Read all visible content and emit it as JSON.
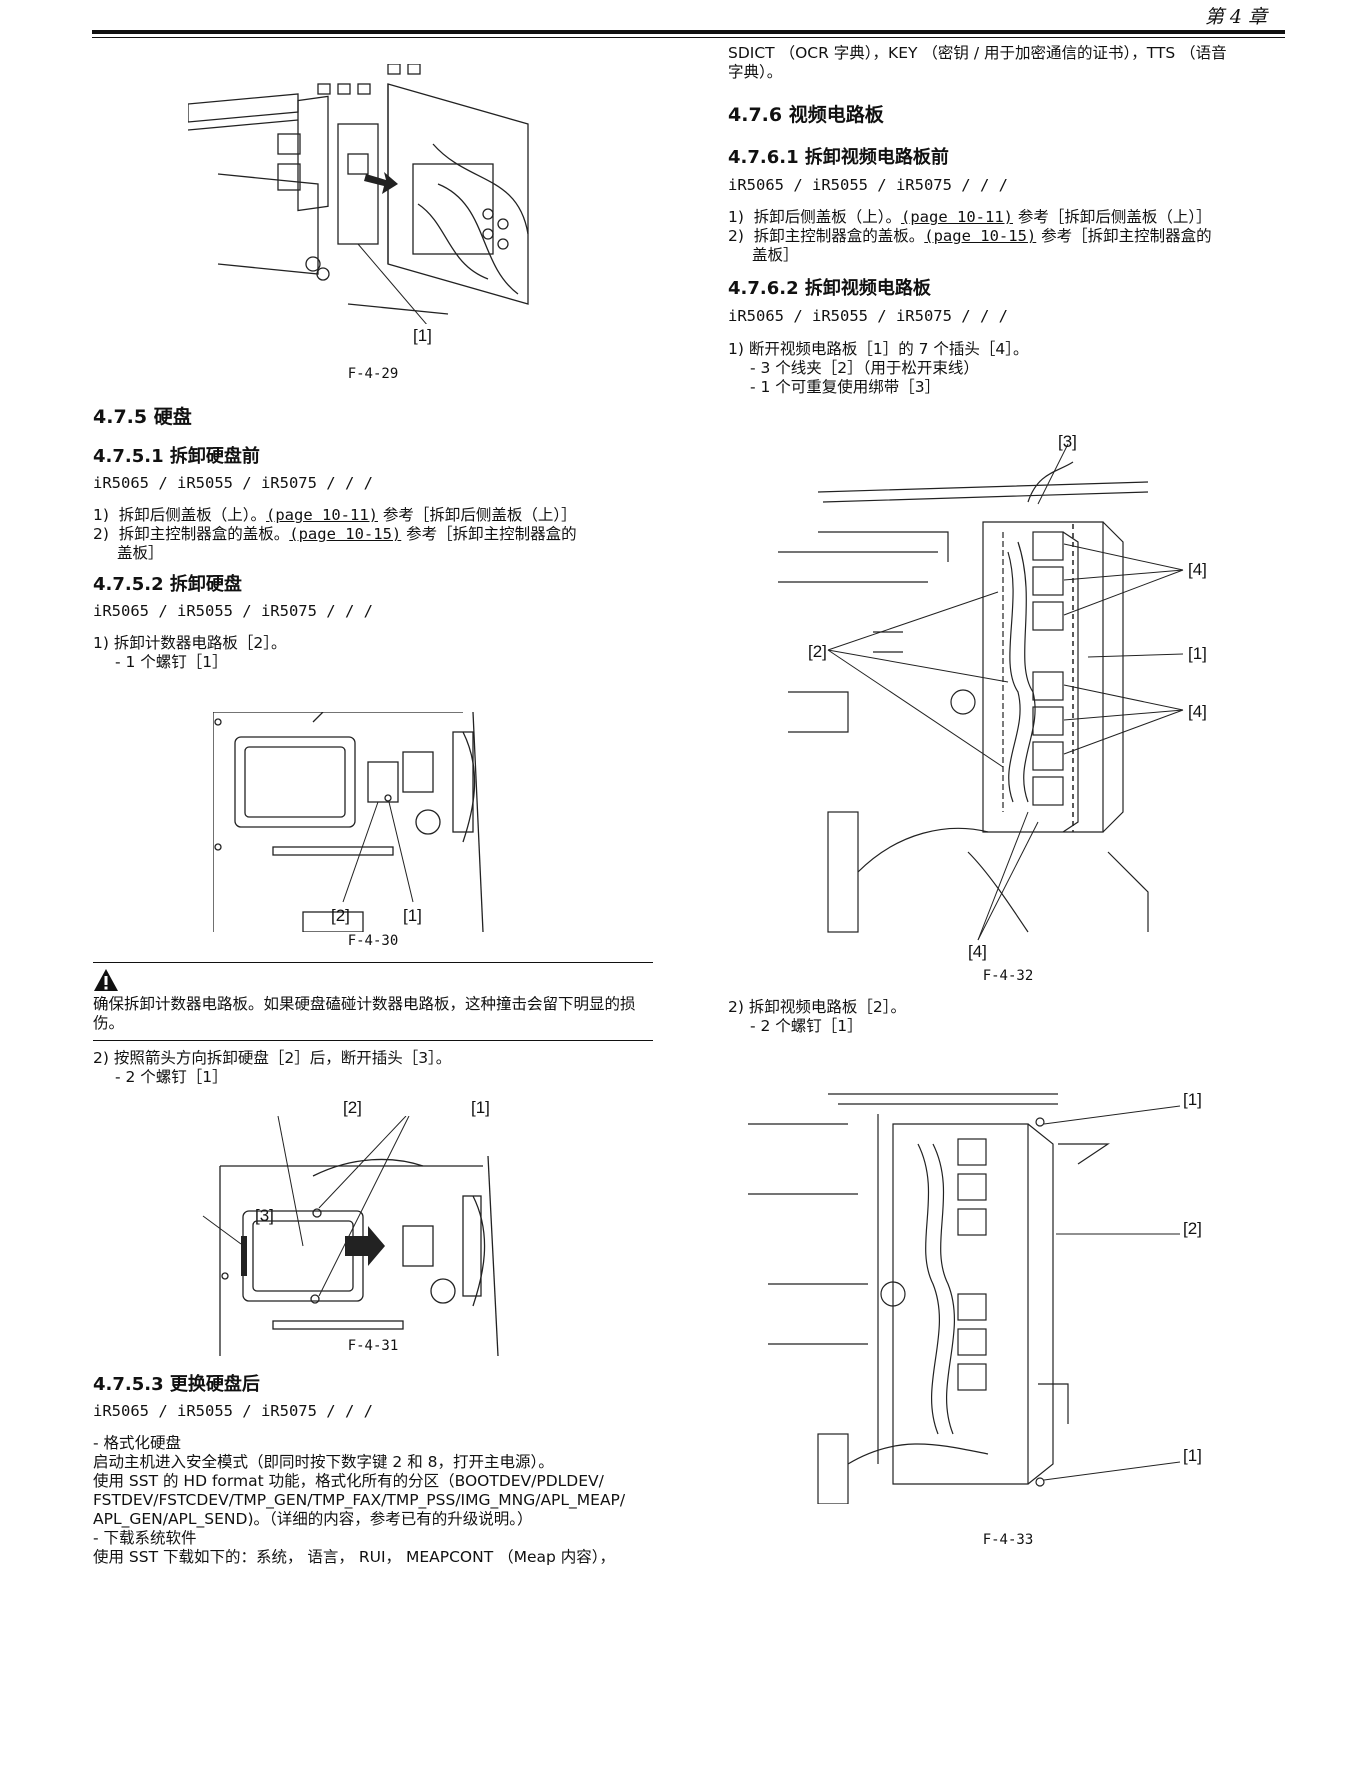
{
  "chapter": "第 4 章",
  "left": {
    "fig29": {
      "caption": "F-4-29",
      "label1": "[1]"
    },
    "s475": {
      "title": "4.7.5 硬盘"
    },
    "s4751": {
      "title": "4.7.5.1 拆卸硬盘前",
      "models": "iR5065 / iR5055 / iR5075 /  /  /",
      "step1_pre": "1)  拆卸后侧盖板（上）。",
      "step1_link": "(page 10-11)",
      "step1_post": " 参考［拆卸后侧盖板（上）］",
      "step2_pre": "2)  拆卸主控制器盒的盖板。",
      "step2_link": "(page 10-15)",
      "step2_post": " 参考［拆卸主控制器盒的",
      "step2_cont": "盖板］"
    },
    "s4752": {
      "title": "4.7.5.2 拆卸硬盘",
      "models": "iR5065 / iR5055 / iR5075 /  /  /",
      "step1": "1) 拆卸计数器电路板［2］。",
      "step1_sub": "- 1 个螺钉［1］"
    },
    "fig30": {
      "caption": "F-4-30",
      "label1": "[1]",
      "label2": "[2]"
    },
    "caution": "确保拆卸计数器电路板。如果硬盘磕碰计数器电路板，这种撞击会留下明显的损伤。",
    "step2": "2) 按照箭头方向拆卸硬盘［2］后，断开插头［3］。",
    "step2_sub": "- 2 个螺钉［1］",
    "fig31": {
      "caption": "F-4-31",
      "label1": "[1]",
      "label2": "[2]",
      "label3": "[3]"
    },
    "s4753": {
      "title": "4.7.5.3 更换硬盘后",
      "models": "iR5065 / iR5055 / iR5075 /  /  /",
      "lines": [
        "- 格式化硬盘",
        "启动主机进入安全模式（即同时按下数字键 2 和 8，打开主电源）。",
        "使用 SST 的 HD format 功能，格式化所有的分区（BOOTDEV/PDLDEV/",
        "FSTDEV/FSTCDEV/TMP_GEN/TMP_FAX/TMP_PSS/IMG_MNG/APL_MEAP/",
        "APL_GEN/APL_SEND)。（详细的内容，参考已有的升级说明。）",
        "- 下载系统软件",
        "使用 SST 下载如下的：系统， 语言， RUI， MEAPCONT （Meap 内容），"
      ]
    }
  },
  "right": {
    "cont1": "SDICT （OCR 字典），KEY （密钥 / 用于加密通信的证书），TTS （语音",
    "cont2": "字典）。",
    "s476": {
      "title": "4.7.6 视频电路板"
    },
    "s4761": {
      "title": "4.7.6.1 拆卸视频电路板前",
      "models": "iR5065 / iR5055 / iR5075 /  /  /",
      "step1_pre": "1)  拆卸后侧盖板（上）。",
      "step1_link": "(page 10-11)",
      "step1_post": " 参考［拆卸后侧盖板（上）］",
      "step2_pre": "2)  拆卸主控制器盒的盖板。",
      "step2_link": "(page 10-15)",
      "step2_post": " 参考［拆卸主控制器盒的",
      "step2_cont": "盖板］"
    },
    "s4762": {
      "title": "4.7.6.2 拆卸视频电路板",
      "models": "iR5065 / iR5055 / iR5075 /  /  /",
      "step1": "1) 断开视频电路板［1］的 7 个插头［4］。",
      "sub1": "- 3 个线夹［2］（用于松开束线）",
      "sub2": "- 1 个可重复使用绑带［3］"
    },
    "fig32": {
      "caption": "F-4-32",
      "label1": "[1]",
      "label2": "[2]",
      "label3": "[3]",
      "label4": "[4]"
    },
    "step2": "2) 拆卸视频电路板［2］。",
    "step2_sub": "- 2 个螺钉［1］",
    "fig33": {
      "caption": "F-4-33",
      "label1": "[1]",
      "label2": "[2]"
    }
  }
}
